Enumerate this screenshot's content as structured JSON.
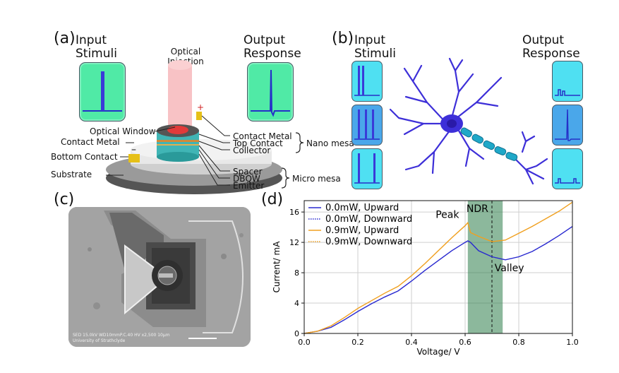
{
  "panel_a": {
    "label": "(a)",
    "input_title_1": "Input",
    "input_title_2": "Stimuli",
    "output_title_1": "Output",
    "output_title_2": "Response",
    "optical_1": "Optical",
    "optical_2": "Injection",
    "callouts": {
      "optical_window": "Optical Window",
      "contact_metal_left": "Contact Metal",
      "bottom_contact": "Bottom Contact",
      "substrate": "Substrate",
      "contact_metal_right": "Contact Metal",
      "top_contact": "Top Contact",
      "collector": "Collector",
      "nano_mesa": "Nano mesa",
      "spacer": "Spacer",
      "dbqw": "DBQW",
      "emitter": "Emitter",
      "micro_mesa": "Micro mesa",
      "plus": "+",
      "minus": "–"
    }
  },
  "panel_b": {
    "label": "(b)",
    "input_title_1": "Input",
    "input_title_2": "Stimuli",
    "output_title_1": "Output",
    "output_title_2": "Response"
  },
  "panel_c": {
    "label": "(c)",
    "footer_line1": "SED 15.0kV WD10mmP.C.40 HV   x2,500   10μm",
    "footer_line2": "University of Strathclyde"
  },
  "panel_d": {
    "label": "(d)",
    "annotations": {
      "ndr": "NDR",
      "peak": "Peak",
      "valley": "Valley"
    },
    "chart_data": {
      "type": "line",
      "xlabel": "Voltage/ V",
      "ylabel": "Current/ mA",
      "xlim": [
        0.0,
        1.0
      ],
      "ylim": [
        0,
        17.5
      ],
      "xticks": [
        "0.0",
        "0.2",
        "0.4",
        "0.6",
        "0.8",
        "1.0"
      ],
      "yticks": [
        "0",
        "4",
        "8",
        "12",
        "16"
      ],
      "grid": true,
      "legend_position": "top-left",
      "ndr_region": [
        0.61,
        0.74
      ],
      "dashed_line_x": 0.7,
      "series": [
        {
          "name": "0.0mW, Upward",
          "color": "#2a2ad0",
          "dash": "solid",
          "x": [
            0.0,
            0.05,
            0.1,
            0.15,
            0.2,
            0.25,
            0.3,
            0.35,
            0.4,
            0.45,
            0.5,
            0.55,
            0.6,
            0.61,
            0.62,
            0.65,
            0.7,
            0.75,
            0.8,
            0.85,
            0.9,
            0.95,
            1.0
          ],
          "y": [
            0.0,
            0.3,
            0.8,
            1.8,
            2.9,
            3.9,
            4.8,
            5.6,
            6.9,
            8.3,
            9.6,
            10.9,
            12.0,
            12.2,
            12.0,
            10.9,
            10.1,
            9.7,
            10.1,
            10.8,
            11.8,
            12.9,
            14.1
          ]
        },
        {
          "name": "0.0mW, Downward",
          "color": "#2a2ad0",
          "dash": "dotted",
          "x": [
            0.0,
            0.05,
            0.1,
            0.15,
            0.2,
            0.25,
            0.3,
            0.35,
            0.4,
            0.45,
            0.5,
            0.55,
            0.6,
            0.61,
            0.62,
            0.65,
            0.7,
            0.75,
            0.8,
            0.85,
            0.9,
            0.95,
            1.0
          ],
          "y": [
            0.0,
            0.3,
            0.8,
            1.8,
            2.9,
            3.9,
            4.8,
            5.6,
            6.9,
            8.3,
            9.6,
            10.9,
            12.0,
            12.2,
            12.0,
            10.9,
            10.1,
            9.7,
            10.1,
            10.8,
            11.8,
            12.9,
            14.1
          ]
        },
        {
          "name": "0.9mW, Upward",
          "color": "#f0a020",
          "dash": "solid",
          "x": [
            0.0,
            0.05,
            0.1,
            0.15,
            0.2,
            0.25,
            0.3,
            0.35,
            0.4,
            0.45,
            0.5,
            0.55,
            0.6,
            0.61,
            0.62,
            0.65,
            0.7,
            0.75,
            0.8,
            0.85,
            0.9,
            0.95,
            1.0
          ],
          "y": [
            0.0,
            0.3,
            1.0,
            2.1,
            3.3,
            4.3,
            5.3,
            6.2,
            7.6,
            9.2,
            10.9,
            12.6,
            14.2,
            14.6,
            13.3,
            12.8,
            12.1,
            12.3,
            13.2,
            14.1,
            15.1,
            16.1,
            17.3
          ]
        },
        {
          "name": "0.9mW, Downward",
          "color": "#f0a020",
          "dash": "dotted",
          "x": [
            0.0,
            0.05,
            0.1,
            0.15,
            0.2,
            0.25,
            0.3,
            0.35,
            0.4,
            0.45,
            0.5,
            0.55,
            0.6,
            0.61,
            0.62,
            0.65,
            0.7,
            0.75,
            0.8,
            0.85,
            0.9,
            0.95,
            1.0
          ],
          "y": [
            0.0,
            0.3,
            1.0,
            2.1,
            3.3,
            4.3,
            5.3,
            6.2,
            7.6,
            9.2,
            10.9,
            12.6,
            14.2,
            14.6,
            13.3,
            12.8,
            12.1,
            12.3,
            13.2,
            14.1,
            15.1,
            16.1,
            17.3
          ]
        }
      ]
    }
  }
}
